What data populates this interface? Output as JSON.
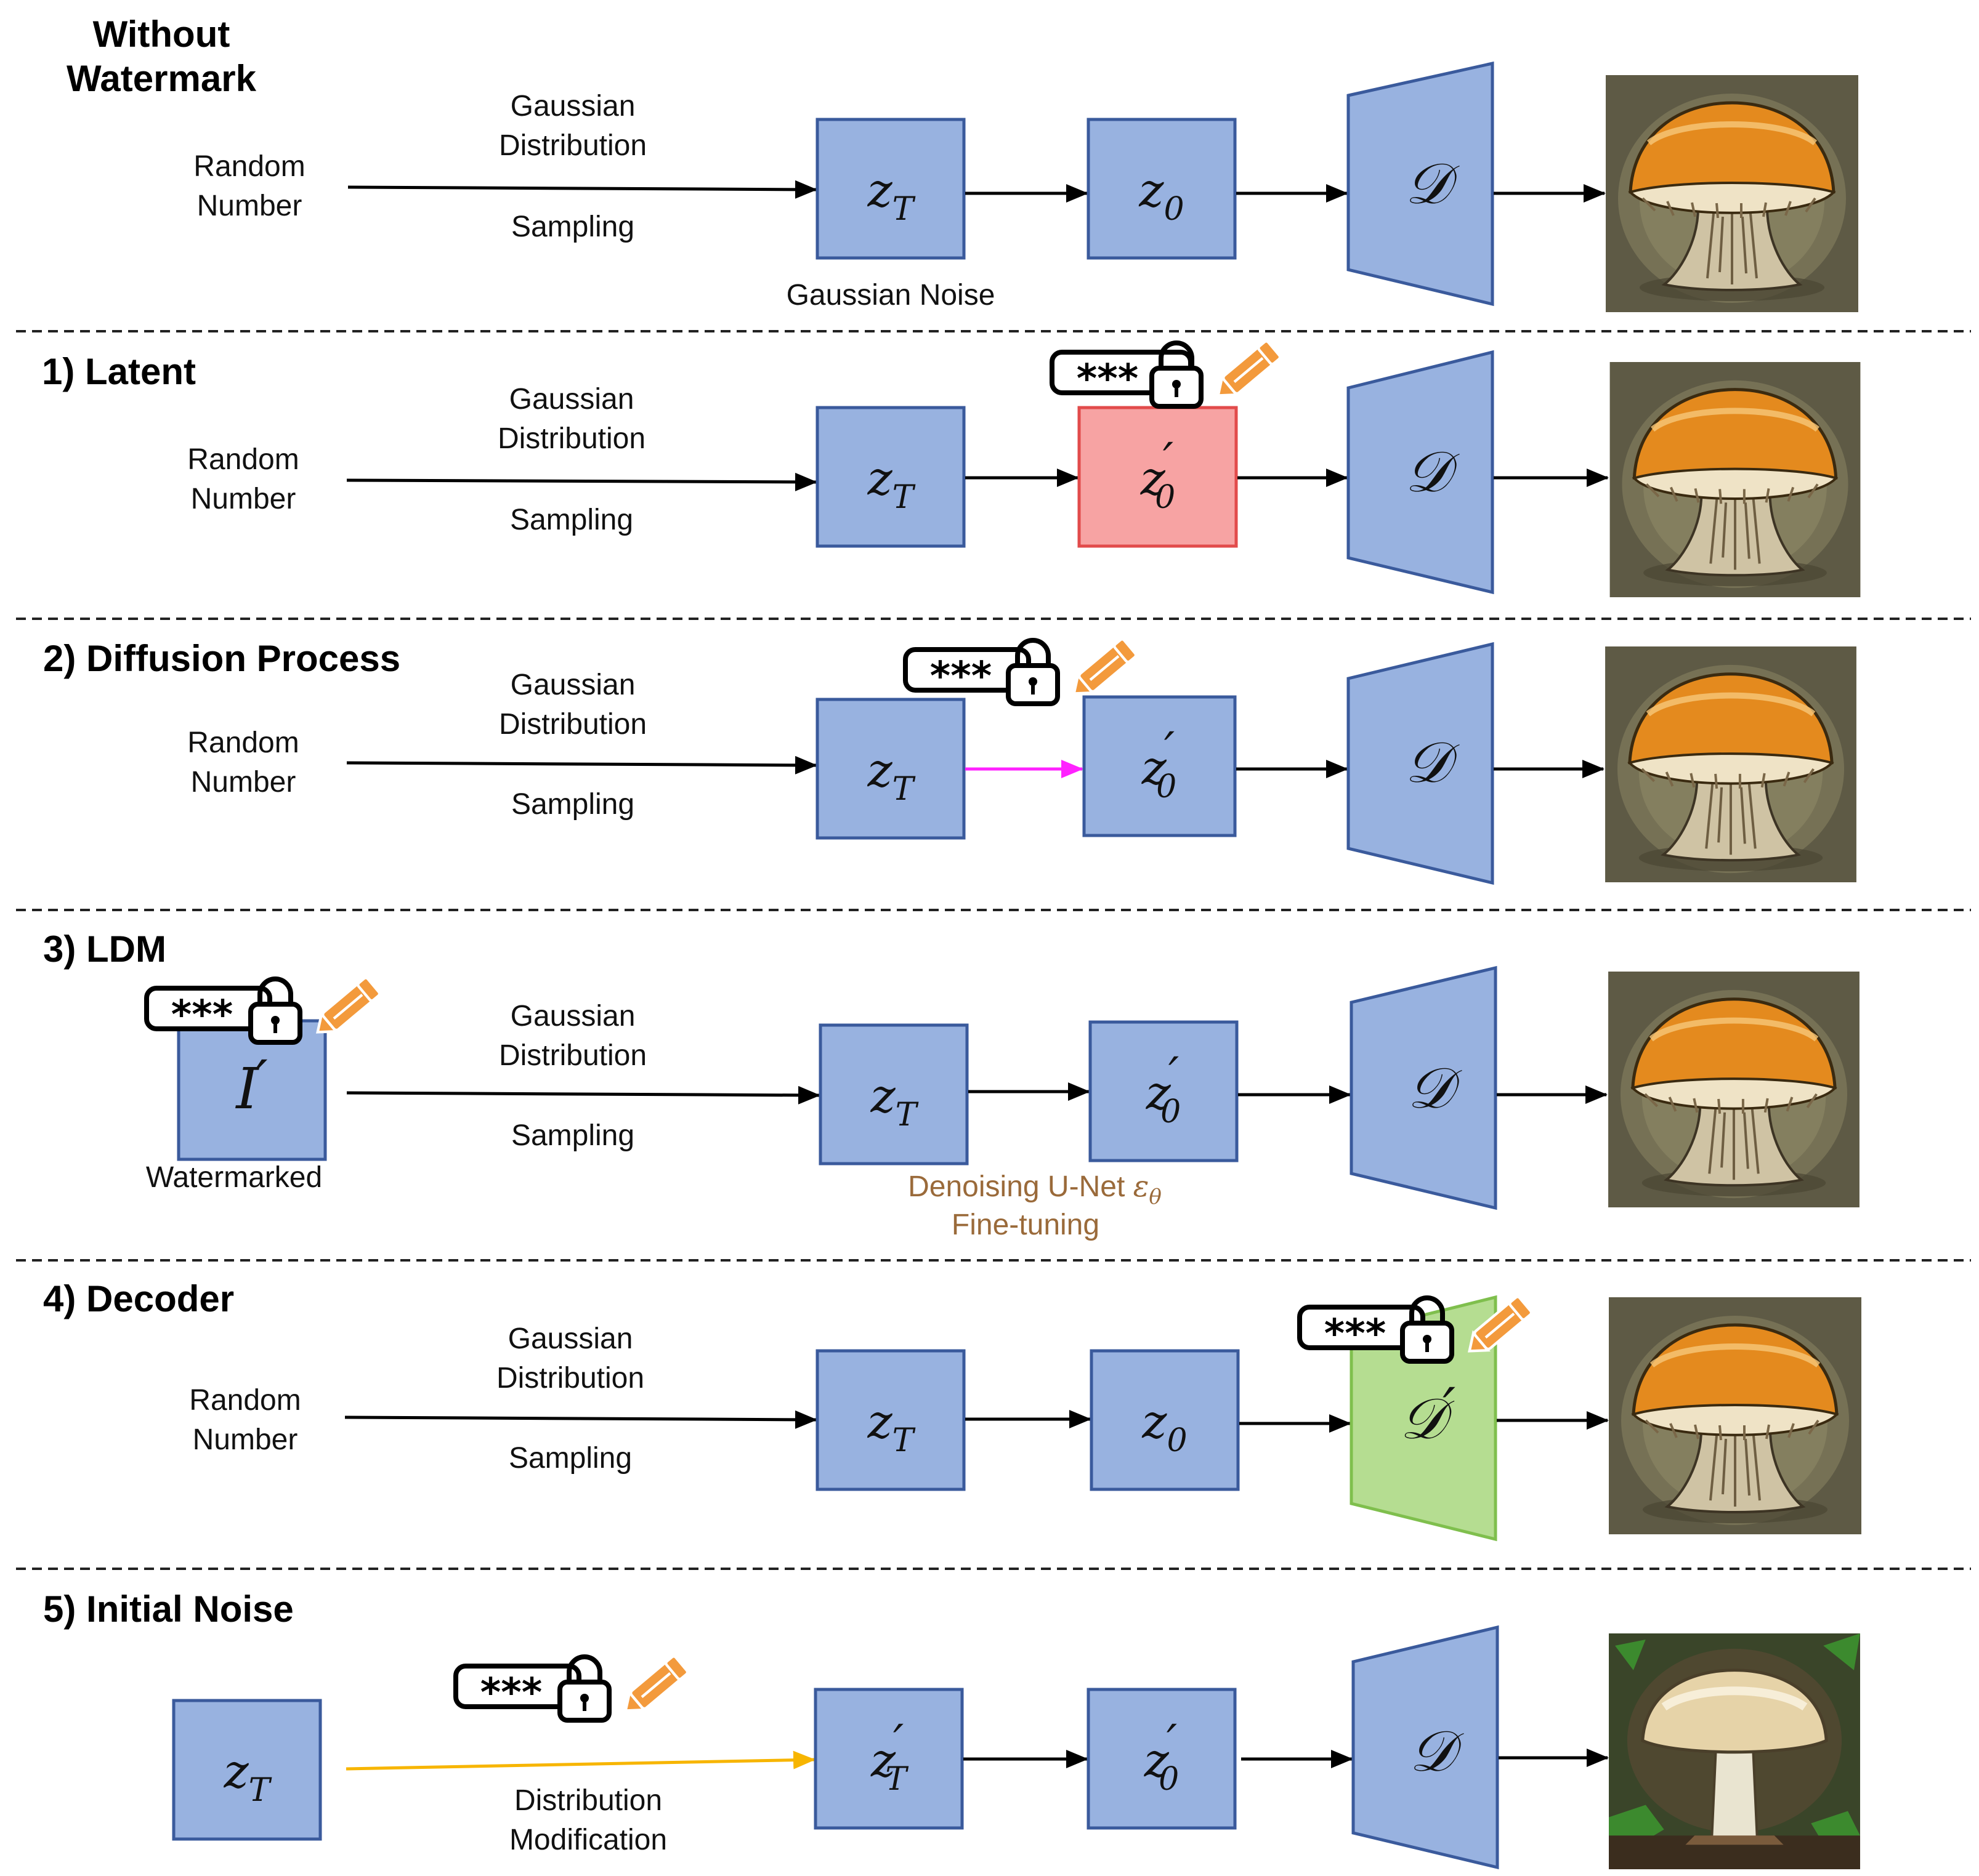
{
  "rows": [
    {
      "title_lines": [
        "Without",
        "Watermark"
      ],
      "input": [
        "Random",
        "Number"
      ],
      "edge_top": [
        "Gaussian",
        "Distribution"
      ],
      "edge_bottom": [
        "Sampling"
      ],
      "note": "Gaussian Noise"
    },
    {
      "title": "1) Latent",
      "input": [
        "Random",
        "Number"
      ],
      "edge_top": [
        "Gaussian",
        "Distribution"
      ],
      "edge_bottom": [
        "Sampling"
      ]
    },
    {
      "title": "2) Diffusion Process",
      "input": [
        "Random",
        "Number"
      ],
      "edge_top": [
        "Gaussian",
        "Distribution"
      ],
      "edge_bottom": [
        "Sampling"
      ]
    },
    {
      "title": "3) LDM",
      "input_label": "Watermarked",
      "edge_top": [
        "Gaussian",
        "Distribution"
      ],
      "edge_bottom": [
        "Sampling"
      ],
      "note_lines": [
        "Denoising U-Net ",
        "Fine-tuning"
      ],
      "note_symbol": "ε",
      "note_symbol_sub": "θ"
    },
    {
      "title": "4) Decoder",
      "input": [
        "Random",
        "Number"
      ],
      "edge_top": [
        "Gaussian",
        "Distribution"
      ],
      "edge_bottom": [
        "Sampling"
      ]
    },
    {
      "title": "5) Initial Noise",
      "edge_bottom": [
        "Distribution",
        "Modification"
      ]
    }
  ],
  "symbols": {
    "z": "z",
    "T": "T",
    "zero": "0",
    "prime": "′",
    "decoder": "𝒟",
    "image": "I"
  },
  "key": {
    "text": "***"
  },
  "colors": {
    "box": "#98b2e0",
    "box_border": "#3a5a9c",
    "latent_wm": "#f7a3a3",
    "decoder_wm": "#b5dd91",
    "diffusion_edge": "#ff22ff",
    "noise_edge": "#f7b500",
    "pencil": "#f39a3c",
    "tune_text": "#9a6a3a"
  }
}
